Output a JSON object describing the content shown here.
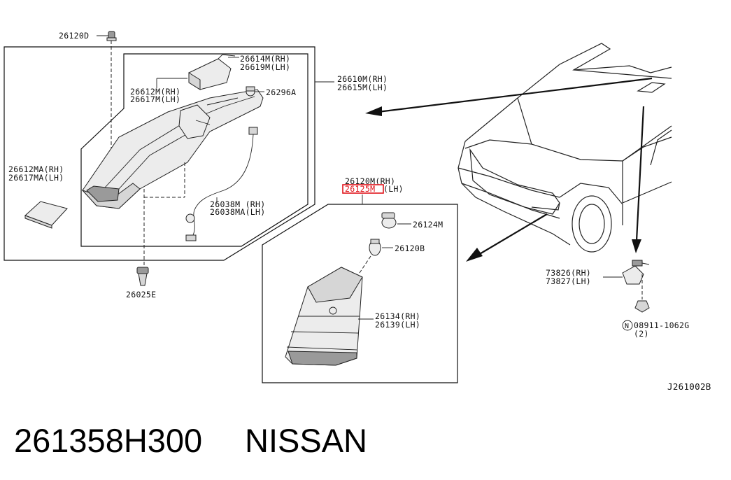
{
  "diagram": {
    "labels": {
      "p26120D": "26120D",
      "p26614M": "26614M(RH)",
      "p26619M": "26619M(LH)",
      "p26610M": "26610M(RH)",
      "p26615M": "26615M(LH)",
      "p26612M": "26612M(RH)",
      "p26617M": "26617M(LH)",
      "p26296A": "26296A",
      "p26612MA": "26612MA(RH)",
      "p26617MA": "26617MA(LH)",
      "p26038M": "26038M (RH)",
      "p26038MA": "26038MA(LH)",
      "p26025E": "26025E",
      "p26120M": "26120M(RH)",
      "p26125M": "26125M",
      "p26125M_lh": "(LH)",
      "p26124M": "26124M",
      "p26120B": "26120B",
      "p26134": "26134(RH)",
      "p26139": "26139(LH)",
      "p73826": "73826(RH)",
      "p73827": "73827(LH)",
      "n_symbol": "N",
      "p08911": "08911-1062G",
      "qty": "(2)",
      "diagram_id": "J261002B"
    },
    "part_number": "261358H300",
    "brand": "NISSAN",
    "highlight_color": "#e0141b"
  }
}
